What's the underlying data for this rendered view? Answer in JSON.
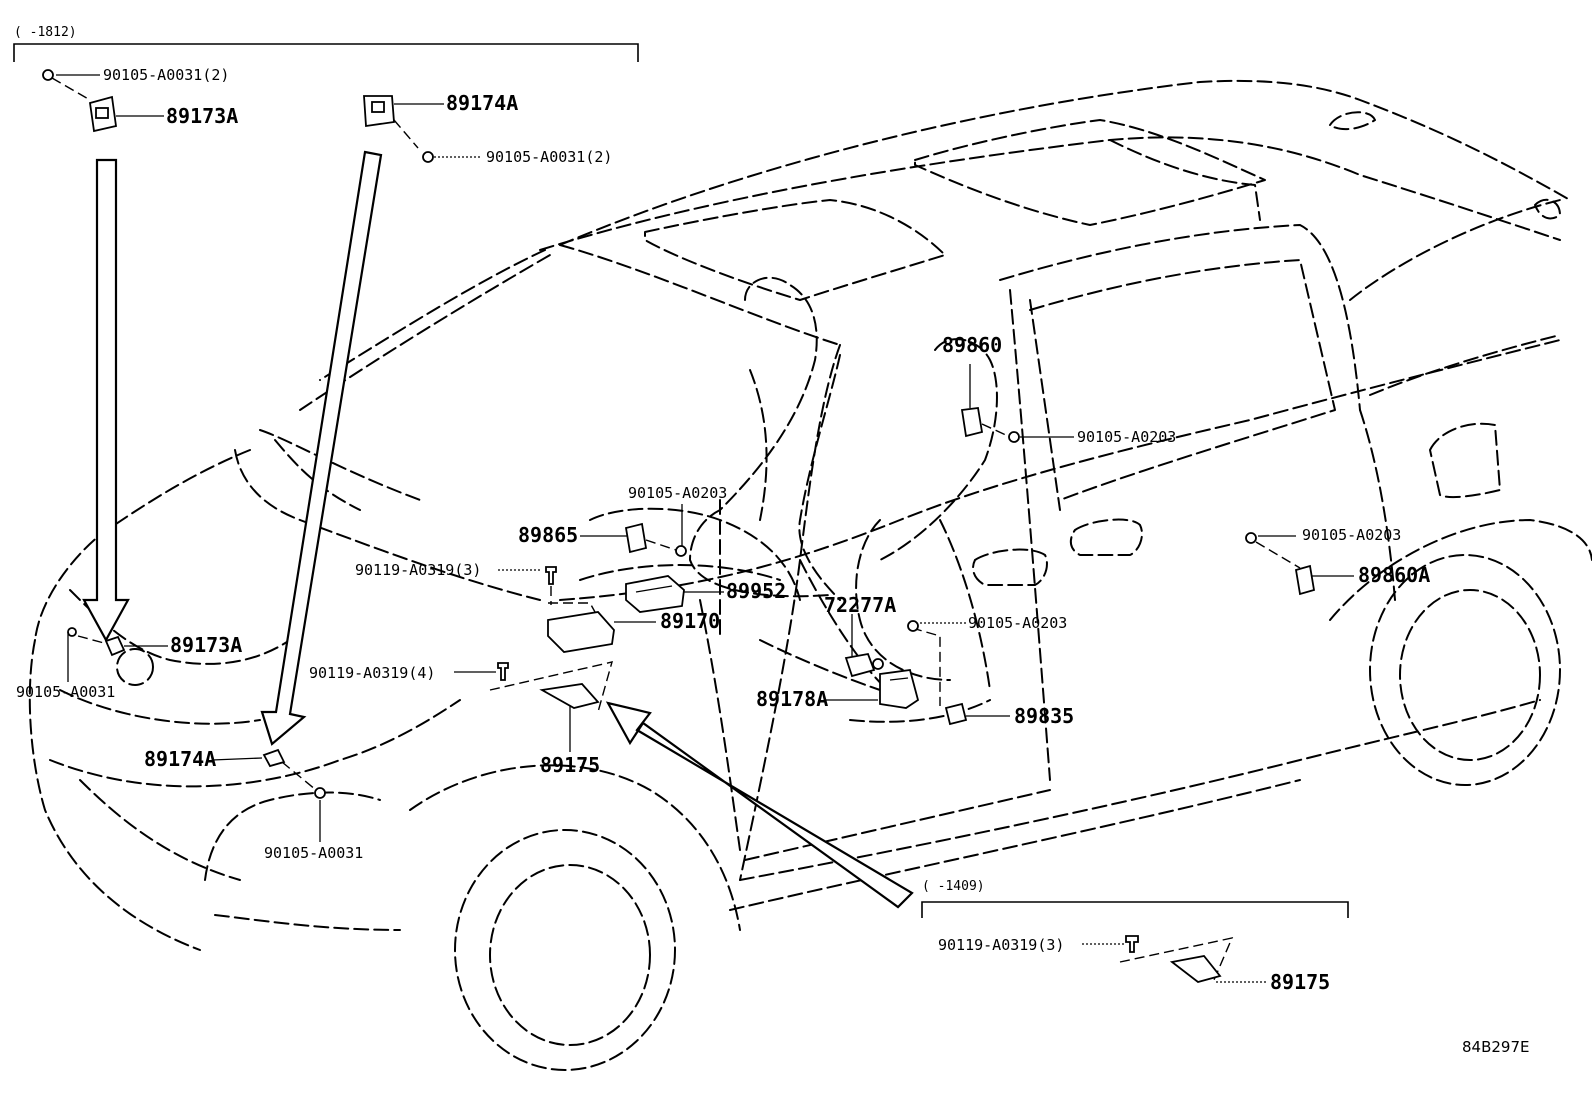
{
  "diagram": {
    "ranges": {
      "top": "(      -1812)",
      "bottom": "(      -1409)"
    },
    "labels": {
      "p90105_a0031_2_top": "90105-A0031(2)",
      "p89173a_top": "89173A",
      "p89174a_top": "89174A",
      "p90105_a0031_2_mid": "90105-A0031(2)",
      "p89860": "89860",
      "p90105_a0203_seat": "90105-A0203",
      "p90105_a0203_console": "90105-A0203",
      "p89865": "89865",
      "p90119_a0319_3": "90119-A0319(3)",
      "p89952": "89952",
      "p72277a": "72277A",
      "p89170": "89170",
      "p90105_a0203_mid": "90105-A0203",
      "p89173a_front": "89173A",
      "p90105_a0031_left": "90105-A0031",
      "p90119_a0319_4": "90119-A0319(4)",
      "p89178a": "89178A",
      "p89835": "89835",
      "p89174a_front": "89174A",
      "p89175": "89175",
      "p90105_a0031_bottom": "90105-A0031",
      "p90105_a0203_rear": "90105-A0203",
      "p89860a": "89860A",
      "p90119_a0319_3_inset": "90119-A0319(3)",
      "p89175_inset": "89175"
    },
    "reference_code": "84B297E"
  }
}
